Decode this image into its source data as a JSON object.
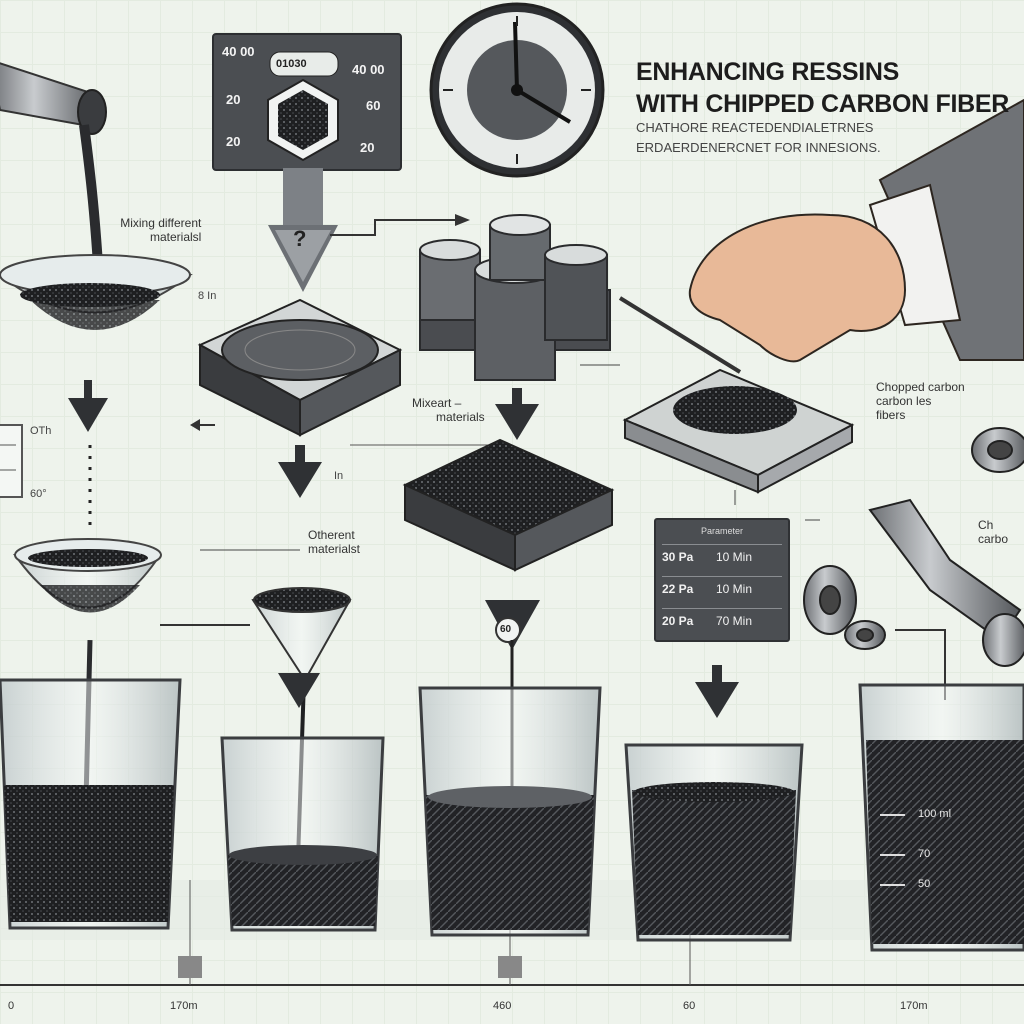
{
  "title": {
    "line1": "ENHANCING RESSINS",
    "line2": "WITH CHIPPED CARBON FIBER"
  },
  "subtitle": {
    "line1": "CHATHORE REACTEDENDIALETRNES",
    "line2": "ERDAERDENERCNET FOR INNESIONS."
  },
  "annotations": {
    "mixing": "Mixing different",
    "mixing2": "materialsl",
    "mixed": "Mixeart –",
    "mixed2": "materials",
    "different": "Otherent",
    "different2": "materialst",
    "chopped": "Chopped carbon",
    "chopped2": "carbon les",
    "chopped3": "fibers",
    "ch": "Ch",
    "ch2": "carbo",
    "question": "?",
    "bth": "8 In",
    "in": "In",
    "oth": "OTh",
    "deg": "60°",
    "marker60": "60"
  },
  "display_panel": {
    "top_center": "01030",
    "top_left": "40 00",
    "top_right": "40 00",
    "mid_left": "20",
    "mid_right": "60",
    "bot_left": "20",
    "bot_right": "20"
  },
  "results_table": {
    "header": "Parameter",
    "rows": [
      {
        "a": "30 Pa",
        "b": "10 Min"
      },
      {
        "a": "22 Pa",
        "b": "10 Min"
      },
      {
        "a": "20 Pa",
        "b": "70 Min"
      }
    ]
  },
  "beaker_marks": {
    "m1": "100 ml",
    "m2": "70",
    "m3": "50"
  },
  "axis": {
    "ticks": [
      "0",
      "170m",
      "460",
      "60",
      "170m"
    ]
  },
  "colors": {
    "background": "#eef3ec",
    "panel": "#4b4e52",
    "resin": "#1f2022",
    "glass": "#c9d3d4"
  }
}
